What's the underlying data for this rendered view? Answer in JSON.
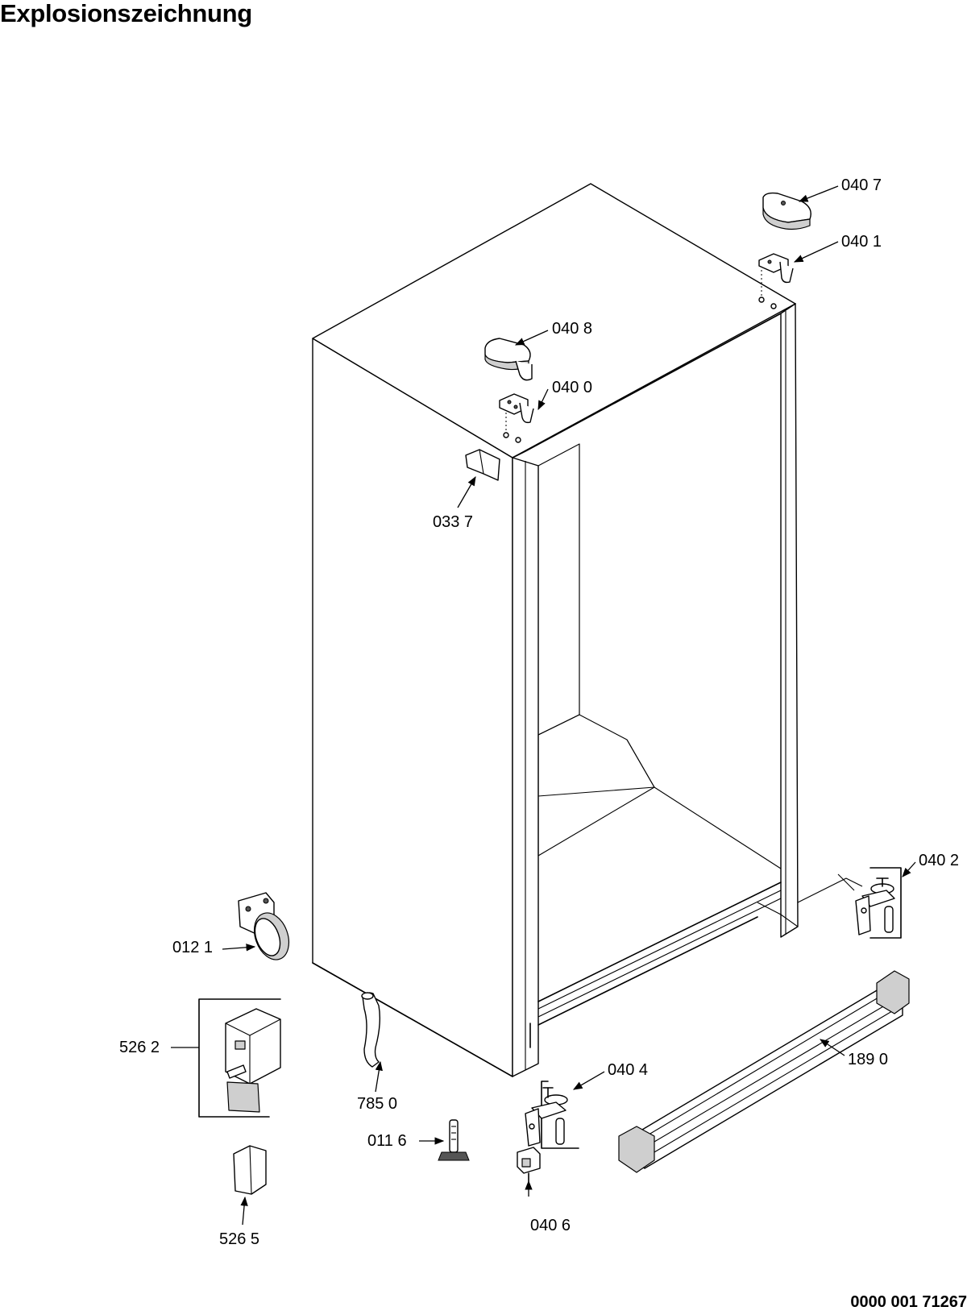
{
  "page": {
    "title": "Explosionszeichnung",
    "document_number": "0000 001 71267"
  },
  "parts": [
    {
      "id": "p0407",
      "label": "040 7"
    },
    {
      "id": "p0401",
      "label": "040 1"
    },
    {
      "id": "p0408",
      "label": "040 8"
    },
    {
      "id": "p0400",
      "label": "040 0"
    },
    {
      "id": "p0337",
      "label": "033 7"
    },
    {
      "id": "p0402",
      "label": "040 2"
    },
    {
      "id": "p0121",
      "label": "012 1"
    },
    {
      "id": "p5262",
      "label": "526 2"
    },
    {
      "id": "p7850",
      "label": "785 0"
    },
    {
      "id": "p0404",
      "label": "040 4"
    },
    {
      "id": "p1890",
      "label": "189 0"
    },
    {
      "id": "p0116",
      "label": "011 6"
    },
    {
      "id": "p0406",
      "label": "040 6"
    },
    {
      "id": "p5265",
      "label": "526 5"
    }
  ],
  "colors": {
    "line": "#000000",
    "background": "#ffffff",
    "part_shade": "#cfcfcf"
  }
}
